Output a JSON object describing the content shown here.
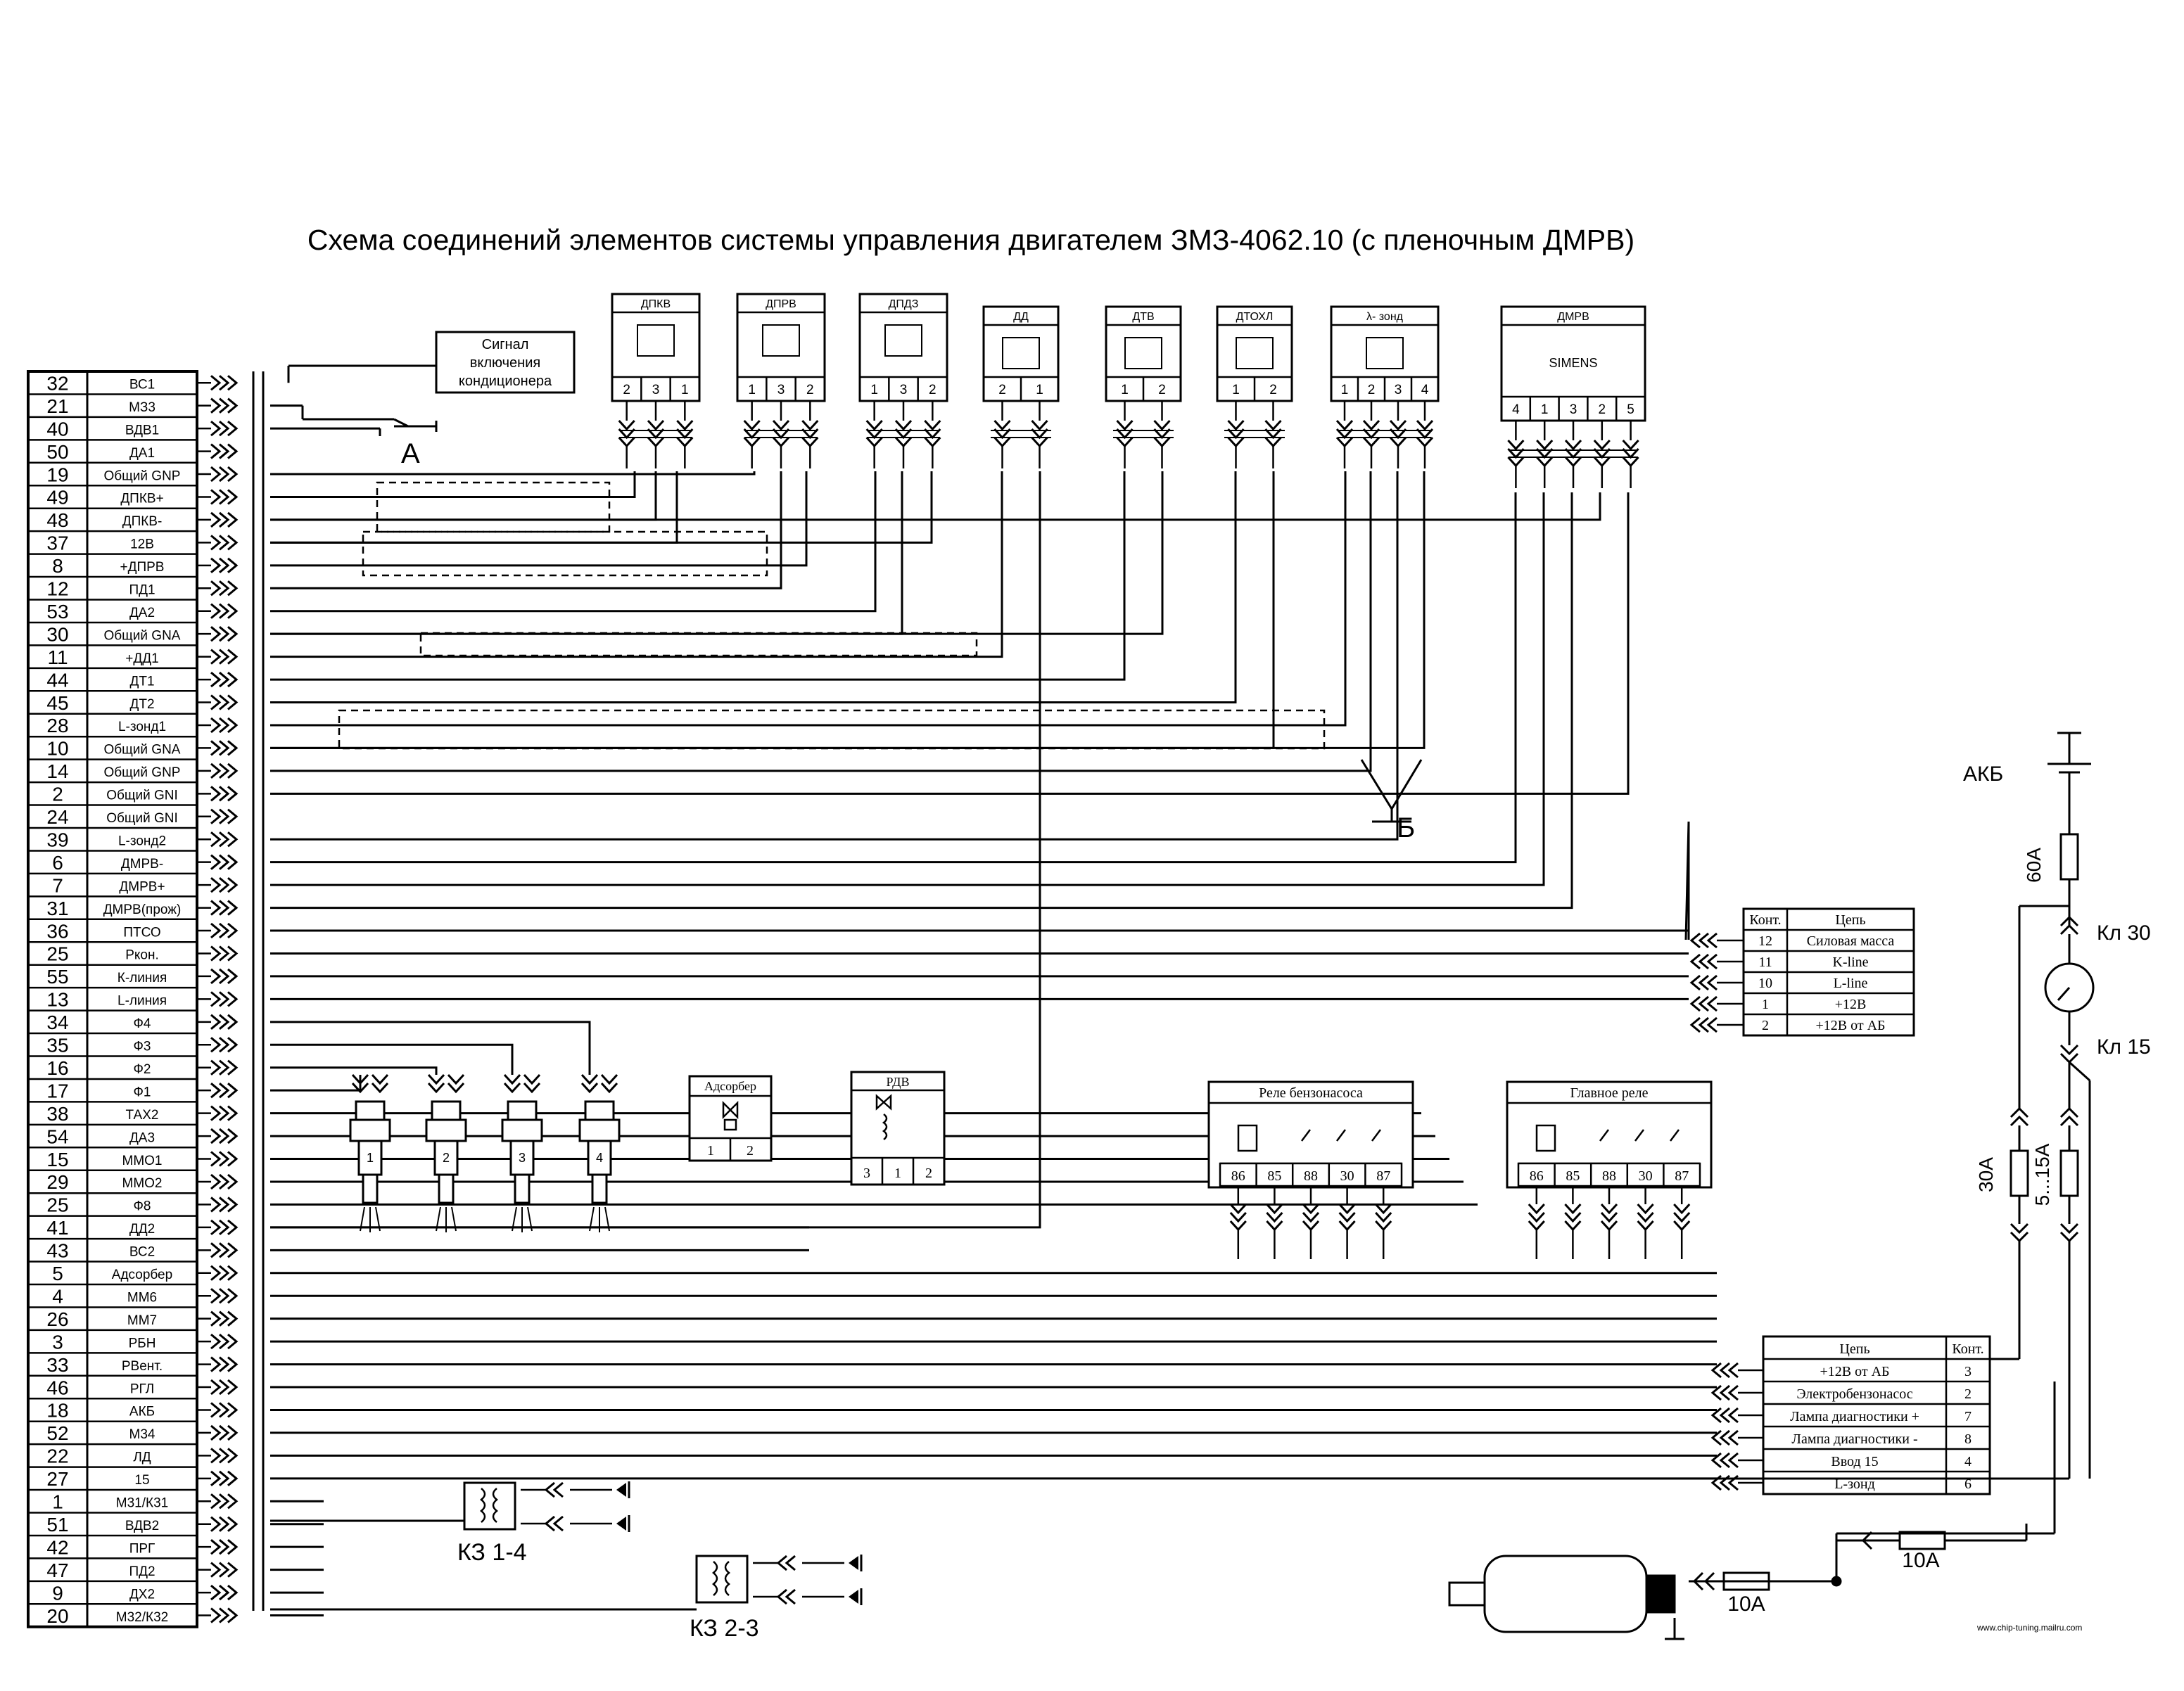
{
  "title": "Схема соединений элементов системы управления двигателем ЗМЗ-4062.10 (с пленочным ДМРВ)",
  "signal_box": [
    "Сигнал",
    "включения",
    "кондиционера"
  ],
  "ecu_pins": [
    {
      "num": "32",
      "name": "ВС1"
    },
    {
      "num": "21",
      "name": "МЗ3"
    },
    {
      "num": "40",
      "name": "ВДВ1"
    },
    {
      "num": "50",
      "name": "ДА1"
    },
    {
      "num": "19",
      "name": "Общий GNP"
    },
    {
      "num": "49",
      "name": "ДПКВ+"
    },
    {
      "num": "48",
      "name": "ДПКВ-"
    },
    {
      "num": "37",
      "name": "12В"
    },
    {
      "num": "8",
      "name": "+ДПРВ"
    },
    {
      "num": "12",
      "name": "ПД1"
    },
    {
      "num": "53",
      "name": "ДА2"
    },
    {
      "num": "30",
      "name": "Общий GNA"
    },
    {
      "num": "11",
      "name": "+ДД1"
    },
    {
      "num": "44",
      "name": "ДТ1"
    },
    {
      "num": "45",
      "name": "ДТ2"
    },
    {
      "num": "28",
      "name": "L-зонд1"
    },
    {
      "num": "10",
      "name": "Общий GNA"
    },
    {
      "num": "14",
      "name": "Общий GNP"
    },
    {
      "num": "2",
      "name": "Общий GNI"
    },
    {
      "num": "24",
      "name": "Общий GNI"
    },
    {
      "num": "39",
      "name": "L-зонд2"
    },
    {
      "num": "6",
      "name": "ДМРВ-"
    },
    {
      "num": "7",
      "name": "ДМРВ+"
    },
    {
      "num": "31",
      "name": "ДМРВ(прож)"
    },
    {
      "num": "36",
      "name": "ПТСО"
    },
    {
      "num": "25",
      "name": "Ркон."
    },
    {
      "num": "55",
      "name": "К-линия"
    },
    {
      "num": "13",
      "name": "L-линия"
    },
    {
      "num": "34",
      "name": "Ф4"
    },
    {
      "num": "35",
      "name": "Ф3"
    },
    {
      "num": "16",
      "name": "Ф2"
    },
    {
      "num": "17",
      "name": "Ф1"
    },
    {
      "num": "38",
      "name": "ТАХ2"
    },
    {
      "num": "54",
      "name": "ДА3"
    },
    {
      "num": "15",
      "name": "ММО1"
    },
    {
      "num": "29",
      "name": "ММО2"
    },
    {
      "num": "25",
      "name": "Ф8"
    },
    {
      "num": "41",
      "name": "ДД2"
    },
    {
      "num": "43",
      "name": "ВС2"
    },
    {
      "num": "5",
      "name": "Адсорбер"
    },
    {
      "num": "4",
      "name": "ММ6"
    },
    {
      "num": "26",
      "name": "ММ7"
    },
    {
      "num": "3",
      "name": "РБН"
    },
    {
      "num": "33",
      "name": "РВент."
    },
    {
      "num": "46",
      "name": "РГЛ"
    },
    {
      "num": "18",
      "name": "АКБ"
    },
    {
      "num": "52",
      "name": "М34"
    },
    {
      "num": "22",
      "name": "ЛД"
    },
    {
      "num": "27",
      "name": "15"
    },
    {
      "num": "1",
      "name": "М31/К31"
    },
    {
      "num": "51",
      "name": "ВДВ2"
    },
    {
      "num": "42",
      "name": "ПРГ"
    },
    {
      "num": "47",
      "name": "ПД2"
    },
    {
      "num": "9",
      "name": "ДХ2"
    },
    {
      "num": "20",
      "name": "М32/К32"
    }
  ],
  "sensors": [
    {
      "label": "ДПКВ",
      "pins": [
        "2",
        "3",
        "1"
      ]
    },
    {
      "label": "ДПРВ",
      "pins": [
        "1",
        "3",
        "2"
      ]
    },
    {
      "label": "ДПДЗ",
      "pins": [
        "1",
        "3",
        "2"
      ]
    },
    {
      "label": "ДД",
      "pins": [
        "2",
        "1"
      ]
    },
    {
      "label": "ДТВ",
      "pins": [
        "1",
        "2"
      ]
    },
    {
      "label": "ДТОХЛ",
      "pins": [
        "1",
        "2"
      ]
    },
    {
      "label": "λ- зонд",
      "pins": [
        "1",
        "2",
        "3",
        "4"
      ]
    },
    {
      "label": "ДМРВ",
      "pins": [
        "4",
        "1",
        "3",
        "2",
        "5"
      ],
      "inner": "SIMENS"
    }
  ],
  "points": {
    "a": "А",
    "b": "Б"
  },
  "conn_top": {
    "head": [
      "Конт.",
      "Цепь"
    ],
    "rows": [
      [
        "12",
        "Силовая масса"
      ],
      [
        "11",
        "K-line"
      ],
      [
        "10",
        "L-line"
      ],
      [
        "1",
        "+12В"
      ],
      [
        "2",
        "+12В от АБ"
      ]
    ]
  },
  "conn_bottom": {
    "head": [
      "Цепь",
      "Конт."
    ],
    "rows": [
      [
        "+12В от АБ",
        "3"
      ],
      [
        "Электробензонасос",
        "2"
      ],
      [
        "Лампа диагностики +",
        "7"
      ],
      [
        "Лампа диагностики -",
        "8"
      ],
      [
        "Ввод 15",
        "4"
      ],
      [
        "L-зонд",
        "6"
      ]
    ]
  },
  "injectors": [
    "1",
    "2",
    "3",
    "4"
  ],
  "adsorber": {
    "label": "Адсорбер",
    "pins": [
      "1",
      "2"
    ]
  },
  "rdv": {
    "label": "РДВ",
    "pins": [
      "3",
      "1",
      "2"
    ]
  },
  "relay_pump": {
    "label": "Реле бензонасоса",
    "pins": [
      "86",
      "85",
      "88",
      "30",
      "87"
    ]
  },
  "relay_main": {
    "label": "Главное реле",
    "pins": [
      "86",
      "85",
      "88",
      "30",
      "87"
    ]
  },
  "coils": {
    "kz14": "КЗ 1-4",
    "kz23": "КЗ 2-3"
  },
  "power": {
    "akb": "АКБ",
    "f60": "60А",
    "kl30": "Кл 30",
    "kl15": "Кл 15",
    "f30": "30А",
    "f515": "5...15А",
    "f10a": "10А",
    "f10b": "10А"
  },
  "watermark": "www.chip-tuning.mailru.com"
}
